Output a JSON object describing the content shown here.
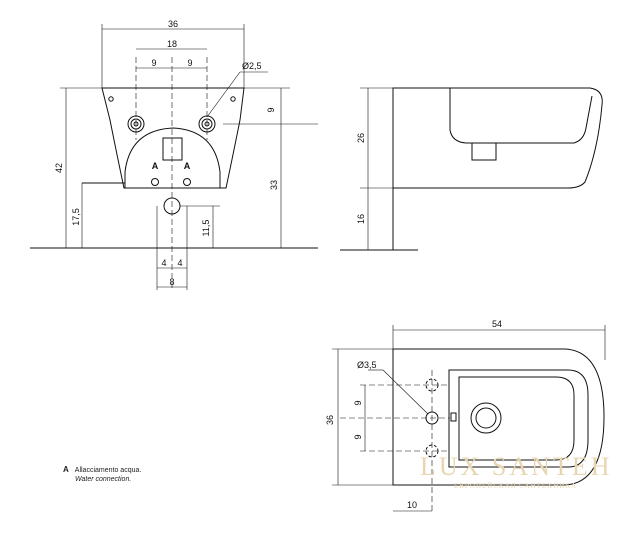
{
  "front_view": {
    "dim_width_total": "36",
    "dim_width_holes": "18",
    "dim_half_left": "9",
    "dim_half_right": "9",
    "dim_diameter": "Ø2,5",
    "dim_top_offset": "9",
    "dim_height_total": "42",
    "dim_height_33": "33",
    "dim_height_17_5": "17,5",
    "dim_height_11_5": "11,5",
    "dim_inlet_left": "4",
    "dim_inlet_right": "4",
    "dim_inlet_total": "8",
    "marker_left": "A",
    "marker_right": "A"
  },
  "side_view": {
    "dim_upper": "26",
    "dim_lower": "16"
  },
  "top_view": {
    "dim_length": "54",
    "dim_width": "36",
    "dim_diameter": "Ø3,5",
    "dim_hole_up": "9",
    "dim_hole_down": "9",
    "dim_offset": "10"
  },
  "legend": {
    "key": "A",
    "line1": "Allacciamento acqua.",
    "line2": "Water connection."
  },
  "watermark": {
    "title": "LUX SANTEH",
    "subtitle": "ЕВРОПЕЙСКАЯ САНТЕХНИКА"
  }
}
